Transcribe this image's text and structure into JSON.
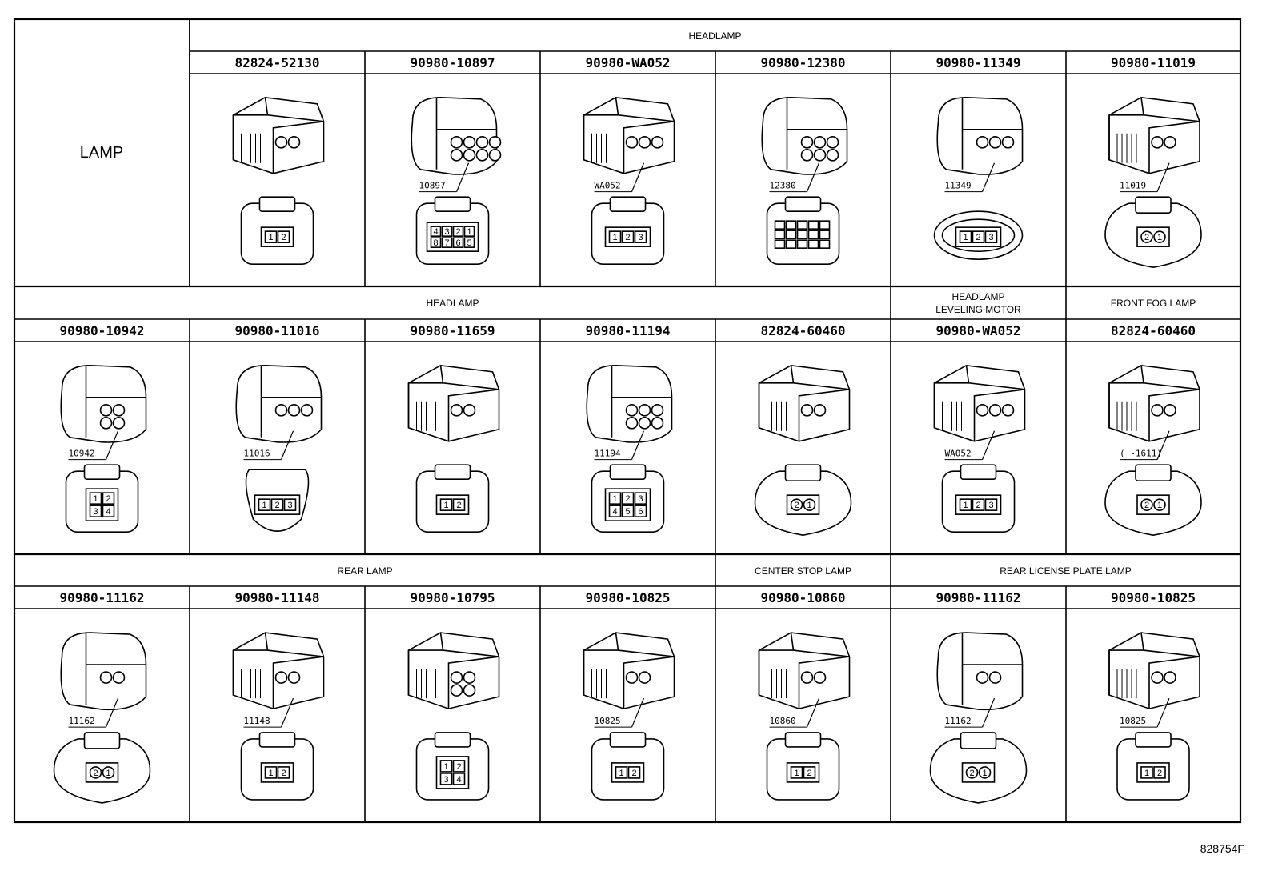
{
  "lamp_label": "LAMP",
  "figure_code": "828754F",
  "rows": [
    {
      "sections": [
        {
          "label": "HEADLAMP",
          "span": [
            1,
            6
          ]
        }
      ],
      "cells": [
        {
          "part_number": "82824-52130",
          "pins": [
            "1",
            "2"
          ],
          "face": "rect",
          "view": "tall",
          "callout": ""
        },
        {
          "part_number": "90980-10897",
          "pins": [
            "4",
            "3",
            "2",
            "1",
            "8",
            "7",
            "6",
            "5"
          ],
          "face": "grid8",
          "view": "round6",
          "callout": "10897"
        },
        {
          "part_number": "90980-WA052",
          "pins": [
            "1",
            "2",
            "3"
          ],
          "face": "rect",
          "view": "wide3",
          "callout": "WA052"
        },
        {
          "part_number": "90980-12380",
          "pins": [],
          "face": "grid12",
          "view": "multi",
          "callout": "12380"
        },
        {
          "part_number": "90980-11349",
          "pins": [
            "1",
            "2",
            "3"
          ],
          "face": "oval",
          "view": "round2",
          "callout": "11349"
        },
        {
          "part_number": "90980-11019",
          "pins": [
            "2",
            "1"
          ],
          "face": "round",
          "view": "box2",
          "callout": "11019"
        }
      ]
    },
    {
      "sections": [
        {
          "label": "HEADLAMP",
          "span": [
            0,
            4
          ]
        },
        {
          "label": "HEADLAMP\nLEVELING MOTOR",
          "span": [
            5,
            5
          ]
        },
        {
          "label": "FRONT FOG LAMP",
          "span": [
            6,
            6
          ]
        }
      ],
      "cells": [
        {
          "part_number": "90980-10942",
          "pins": [
            "1",
            "2",
            "3",
            "4"
          ],
          "face": "grid4",
          "view": "round4",
          "callout": "10942"
        },
        {
          "part_number": "90980-11016",
          "pins": [
            "1",
            "2",
            "3"
          ],
          "face": "tri",
          "view": "round3",
          "callout": "11016"
        },
        {
          "part_number": "90980-11659",
          "pins": [
            "1",
            "2"
          ],
          "face": "clip",
          "view": "clip",
          "callout": ""
        },
        {
          "part_number": "90980-11194",
          "pins": [
            "1",
            "2",
            "3",
            "4",
            "5",
            "6"
          ],
          "face": "grid6",
          "view": "round6",
          "callout": "11194"
        },
        {
          "part_number": "82824-60460",
          "pins": [
            "2",
            "1"
          ],
          "face": "round",
          "view": "box2",
          "callout": ""
        },
        {
          "part_number": "90980-WA052",
          "pins": [
            "1",
            "2",
            "3"
          ],
          "face": "rect",
          "view": "wide3",
          "callout": "WA052"
        },
        {
          "part_number": "82824-60460",
          "pins": [
            "2",
            "1"
          ],
          "face": "round",
          "view": "box2",
          "callout": "(      -1611)"
        }
      ]
    },
    {
      "sections": [
        {
          "label": "REAR LAMP",
          "span": [
            0,
            3
          ]
        },
        {
          "label": "CENTER STOP LAMP",
          "span": [
            4,
            4
          ]
        },
        {
          "label": "REAR LICENSE PLATE LAMP",
          "span": [
            5,
            6
          ]
        }
      ],
      "cells": [
        {
          "part_number": "90980-11162",
          "pins": [
            "2",
            "1"
          ],
          "face": "roundclip",
          "view": "round2",
          "callout": "11162"
        },
        {
          "part_number": "90980-11148",
          "pins": [
            "1",
            "2"
          ],
          "face": "small2",
          "view": "flat",
          "callout": "11148"
        },
        {
          "part_number": "90980-10795",
          "pins": [
            "1",
            "2",
            "3",
            "4"
          ],
          "face": "grid4tall",
          "view": "box4",
          "callout": ""
        },
        {
          "part_number": "90980-10825",
          "pins": [
            "1",
            "2"
          ],
          "face": "small2",
          "view": "box2sq",
          "callout": "10825"
        },
        {
          "part_number": "90980-10860",
          "pins": [
            "1",
            "2"
          ],
          "face": "tall2",
          "view": "box2sq",
          "callout": "10860"
        },
        {
          "part_number": "90980-11162",
          "pins": [
            "2",
            "1"
          ],
          "face": "roundclip",
          "view": "round2",
          "callout": "11162"
        },
        {
          "part_number": "90980-10825",
          "pins": [
            "1",
            "2"
          ],
          "face": "small2",
          "view": "box2sq",
          "callout": "10825"
        }
      ]
    }
  ]
}
